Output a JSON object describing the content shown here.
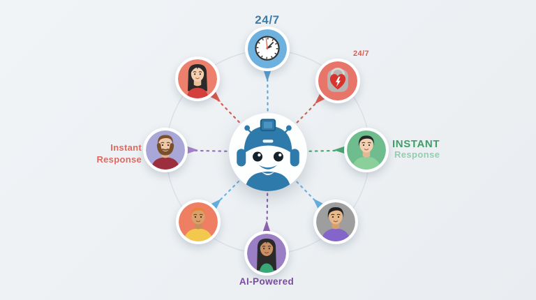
{
  "diagram": {
    "subject": "AI chatbot support diagram",
    "background_color": "#edf1f4",
    "ring_color": "#dbe0e5"
  },
  "center": {
    "icon": "robot-chatbot-icon",
    "accent_color": "#2e7bab"
  },
  "nodes": [
    {
      "position": "top",
      "icon": "clock-icon",
      "label": "24/7",
      "label_color": "#3e7ca8",
      "circle_color": "#6fb1de",
      "connector_color": "#64a8d8",
      "pointer_color": "#5b9fd1"
    },
    {
      "position": "top-right",
      "icon": "heart-defibrillator-icon",
      "label": "24/7",
      "label_color": "#dd5a4f",
      "circle_color": "#e8756a",
      "connector_color": "#dd5a4f",
      "pointer_color": "#dd5a4f"
    },
    {
      "position": "right",
      "icon": "young-man-avatar",
      "label": "INSTANT",
      "sublabel": "Response",
      "label_color": "#3f9e68",
      "sublabel_color": "#93cdae",
      "circle_color": "#6fbd8e",
      "connector_color": "#4aa671",
      "pointer_color": "#4aa671"
    },
    {
      "position": "bottom-right",
      "icon": "man-avatar",
      "circle_color": "#9e9e9e",
      "connector_color": "#6fb3e0",
      "pointer_color": "#64aede"
    },
    {
      "position": "bottom",
      "icon": "woman-avatar",
      "label": "AI-Powered",
      "label_color": "#7a4a9e",
      "circle_color": "#9b7fc4",
      "connector_color": "#8a63ae",
      "pointer_color": "#8a63ae"
    },
    {
      "position": "bottom-left",
      "icon": "man-avatar",
      "circle_color": "#ee7f62",
      "connector_color": "#6fb3e0",
      "pointer_color": "#64aede"
    },
    {
      "position": "left",
      "icon": "bearded-man-avatar",
      "label": "Instant",
      "sublabel": "Response",
      "label_color": "#e0695f",
      "circle_color": "#a9a6d8",
      "connector_color": "#9571b8",
      "pointer_color": "#a581c8"
    },
    {
      "position": "top-left",
      "icon": "woman-avatar",
      "circle_color": "#ed7f6d",
      "connector_color": "#dd5a4f",
      "pointer_color": "#dd5a4f"
    }
  ]
}
